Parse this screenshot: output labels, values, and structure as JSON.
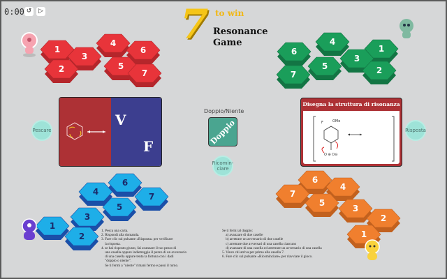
{
  "timer": "0:00",
  "controls": {
    "restart_icon": "rotate-ccw-icon",
    "skip_icon": "play-step-icon"
  },
  "title": {
    "number": "7",
    "to_win": "to win",
    "line1": "Resonance",
    "line2": "Game"
  },
  "boards": [
    {
      "team": "red",
      "color": "#e8343a",
      "side": "#b5262b",
      "tiles": [
        "1",
        "2",
        "3",
        "4",
        "5",
        "6",
        "7"
      ]
    },
    {
      "team": "green",
      "color": "#1a9e5a",
      "side": "#137544",
      "tiles": [
        "1",
        "2",
        "3",
        "4",
        "5",
        "6",
        "7"
      ]
    },
    {
      "team": "blue",
      "color": "#1eaee8",
      "side": "#1b4fa8",
      "tiles": [
        "1",
        "2",
        "3",
        "4",
        "5",
        "6",
        "7"
      ]
    },
    {
      "team": "orange",
      "color": "#f07f2e",
      "side": "#c2611e",
      "tiles": [
        "1",
        "2",
        "3",
        "4",
        "5",
        "6",
        "7"
      ]
    }
  ],
  "buttons": {
    "pescare": "Pescare",
    "risposta": "Risposta",
    "ricominciare": "Ricomin-\nciare",
    "doppio": "Doppio"
  },
  "doppio_label": "Doppio/Niente",
  "card_left": {
    "v": "V",
    "f": "F"
  },
  "card_right": {
    "title": "Disegna la struttura di risonanza",
    "substituent_f": "F",
    "substituent_ome": "OMe"
  },
  "rules_left": "1. Pesca una carta.\n2. Rispondi alla domanda.\n3. Fare clic sul pulsante «Risposta» per verificare\n    la risposta.\n4. se hai risposto giusto, fai avanzare il tuo pezzo di\n    una casella oppure indietreggia il pezzo di un avversario\n    di una casella oppure tenta la fortuna con i dadi\n    \"doppio o niente\".\n    Se ti fermi a \"niente\" rimani fermo e passi il turno.",
  "rules_right": "Se ti fermi al doppio:\n    a) avanzare di due caselle\n    b) arretrare un avversario di due caselle\n    c) arretrare due avversari di una casella ciascuno\n    d) avanzare di una casella ed arretrare un avversario di una casella\n5. Vince chi arriva per primo alla casella 7.\n6. Fare clic sul pulsante «Ricominciare» per riavviare il gioco."
}
